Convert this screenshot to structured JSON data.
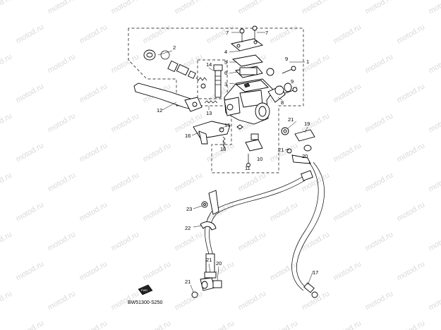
{
  "watermark": "motod.ru",
  "diagram_code": "BW51300-S250",
  "fwd_label": "FWD",
  "callouts": [
    "1",
    "2",
    "3",
    "4",
    "5",
    "6",
    "7",
    "7",
    "8",
    "9",
    "9",
    "10",
    "11",
    "12",
    "13",
    "14",
    "15",
    "16",
    "17",
    "18",
    "19",
    "20",
    "20",
    "21",
    "21",
    "21",
    "22",
    "23"
  ]
}
